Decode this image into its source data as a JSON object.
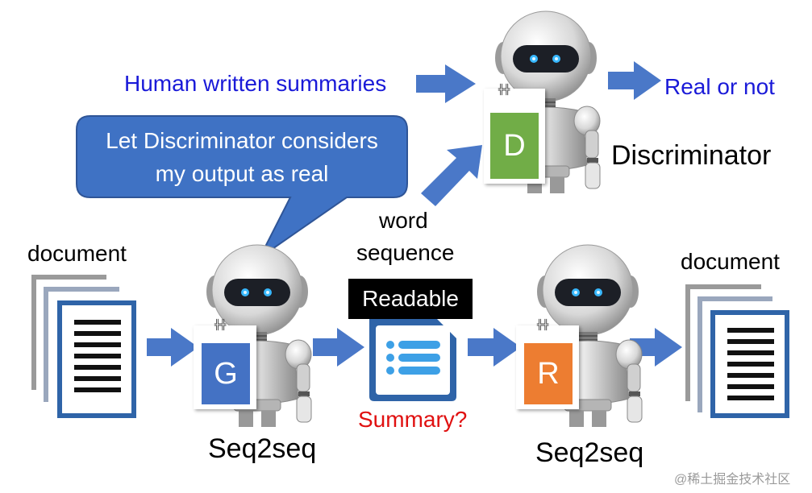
{
  "labels": {
    "human_summaries": "Human written summaries",
    "real_or_not": "Real or not",
    "speech_bubble_line1": "Let Discriminator considers",
    "speech_bubble_line2": "my output as real",
    "discriminator": "Discriminator",
    "word": "word",
    "sequence": "sequence",
    "document_left": "document",
    "document_right": "document",
    "readable": "Readable",
    "summary": "Summary?",
    "seq2seq_left": "Seq2seq",
    "seq2seq_right": "Seq2seq",
    "watermark": "@稀土掘金技术社区"
  },
  "robots": {
    "discriminator_letter": "D",
    "generator_letter": "G",
    "reconstructor_letter": "R"
  },
  "colors": {
    "arrow": "#4a78c8",
    "blue_text": "#1a1ad8",
    "red_text": "#e01010",
    "bubble": "#3f72c4",
    "d_box": "#71ad47",
    "g_box": "#4472c4",
    "r_box": "#ed7d31",
    "doc_icon": "#2f64a8",
    "readable_bg": "#000000"
  }
}
